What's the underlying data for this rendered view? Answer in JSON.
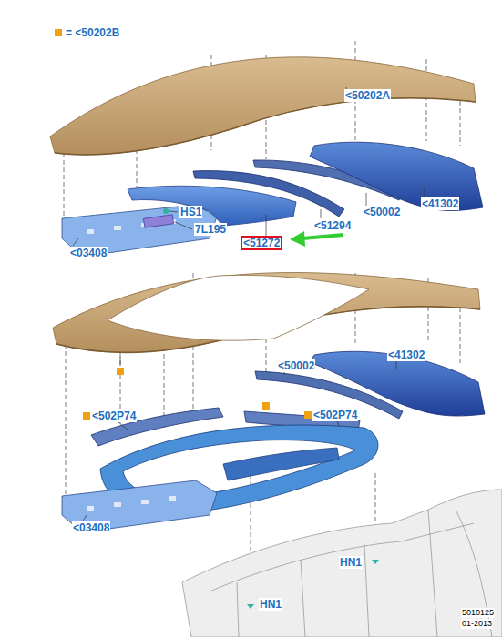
{
  "diagram": {
    "labels": [
      "<50202A",
      "HS1",
      "7L195",
      "<03408",
      "<51294",
      "<50002",
      "<41302",
      "<51272",
      "<50002",
      "<41302",
      "<502P74",
      "<502P74",
      "<03408",
      "HN1",
      "HN1",
      "5010125",
      "01-2013"
    ],
    "legend": [
      {
        "text": "= <50202B",
        "color": "#f0a010"
      }
    ]
  }
}
